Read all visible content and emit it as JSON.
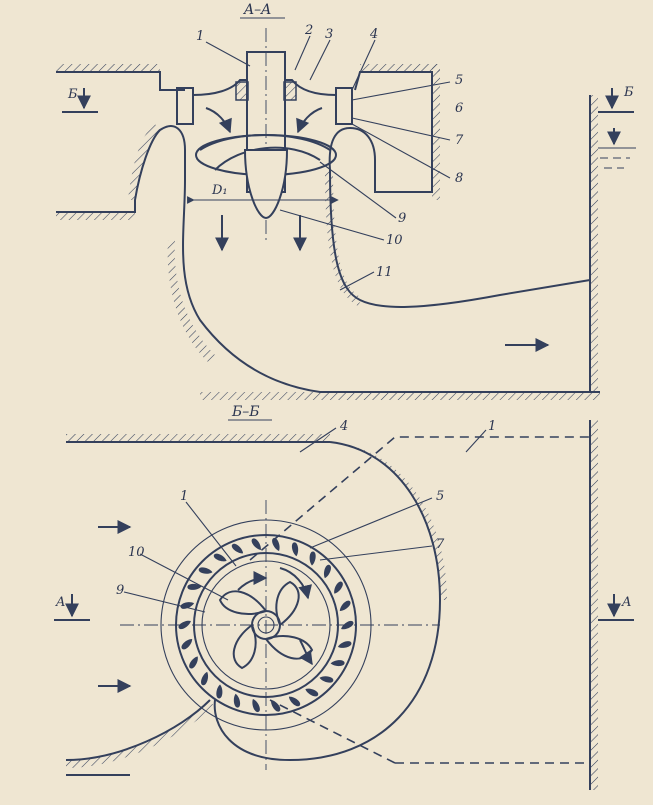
{
  "sections": {
    "top_title": "A–A",
    "bottom_title": "Б–Б",
    "cut_b": "Б",
    "cut_a": "A"
  },
  "labels_top": [
    "1",
    "2",
    "3",
    "4",
    "5",
    "6",
    "7",
    "8",
    "9",
    "10",
    "11"
  ],
  "labels_bottom": [
    "4",
    "1",
    "5",
    "7",
    "1",
    "10",
    "9"
  ],
  "dimension": "D₁"
}
